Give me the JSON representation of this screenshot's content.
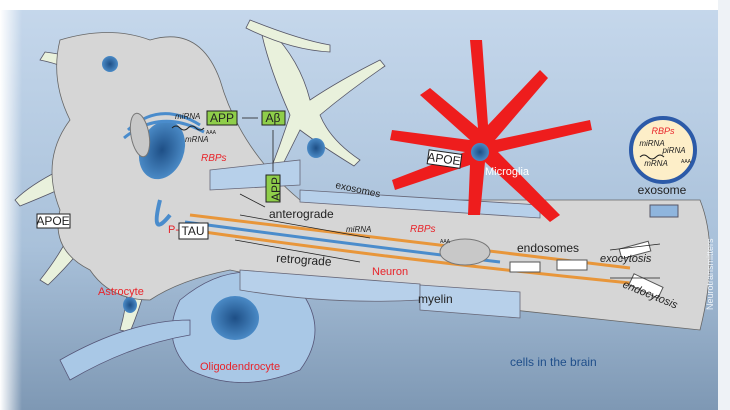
{
  "labels": {
    "astrocyte": "Astrocyte",
    "neuron": "Neuron",
    "microglia": "Microglia",
    "oligodendrocyte": "Oligodendrocyte",
    "myelin": "myelin",
    "cells_in_brain": "cells in the brain",
    "apoe_left": "APOE",
    "apoe_microglia": "APOE",
    "app": "APP",
    "app_vertical": "APP",
    "abeta": "Aβ",
    "mirna_soma": "miRNA",
    "mrna_soma": "mRNA",
    "aaa_soma": "AAA",
    "rbps_soma": "RBPs",
    "p": "P-",
    "tau": "TAU",
    "anterograde": "anterograde",
    "retrograde": "retrograde",
    "mirna_axon": "miRNA",
    "rbps_axon": "RBPs",
    "aaa_axon": "AAA",
    "exosomes": "exosomes",
    "endosomes": "endosomes",
    "exocytosis": "exocytosis",
    "endocytosis": "endocytosis",
    "neurotransmitters": "Neurotransmitters",
    "exosome": {
      "label": "exosome",
      "rbps": "RBPs",
      "mirna": "miRNA",
      "pirna": "piRNA",
      "mrna": "mRNA",
      "aaa": "AAA"
    }
  },
  "colors": {
    "neuron": "#d6d6d6",
    "astrocyte": "#e9f1dc",
    "microglia": "#ee1d1d",
    "myelin": "#b7d0ea",
    "nucleus": "#3a78b5",
    "microtubule_orange": "#e8963a",
    "microtubule_blue": "#4a8ccc",
    "app_box": "#8fce4a",
    "red_label": "#e8242a"
  }
}
